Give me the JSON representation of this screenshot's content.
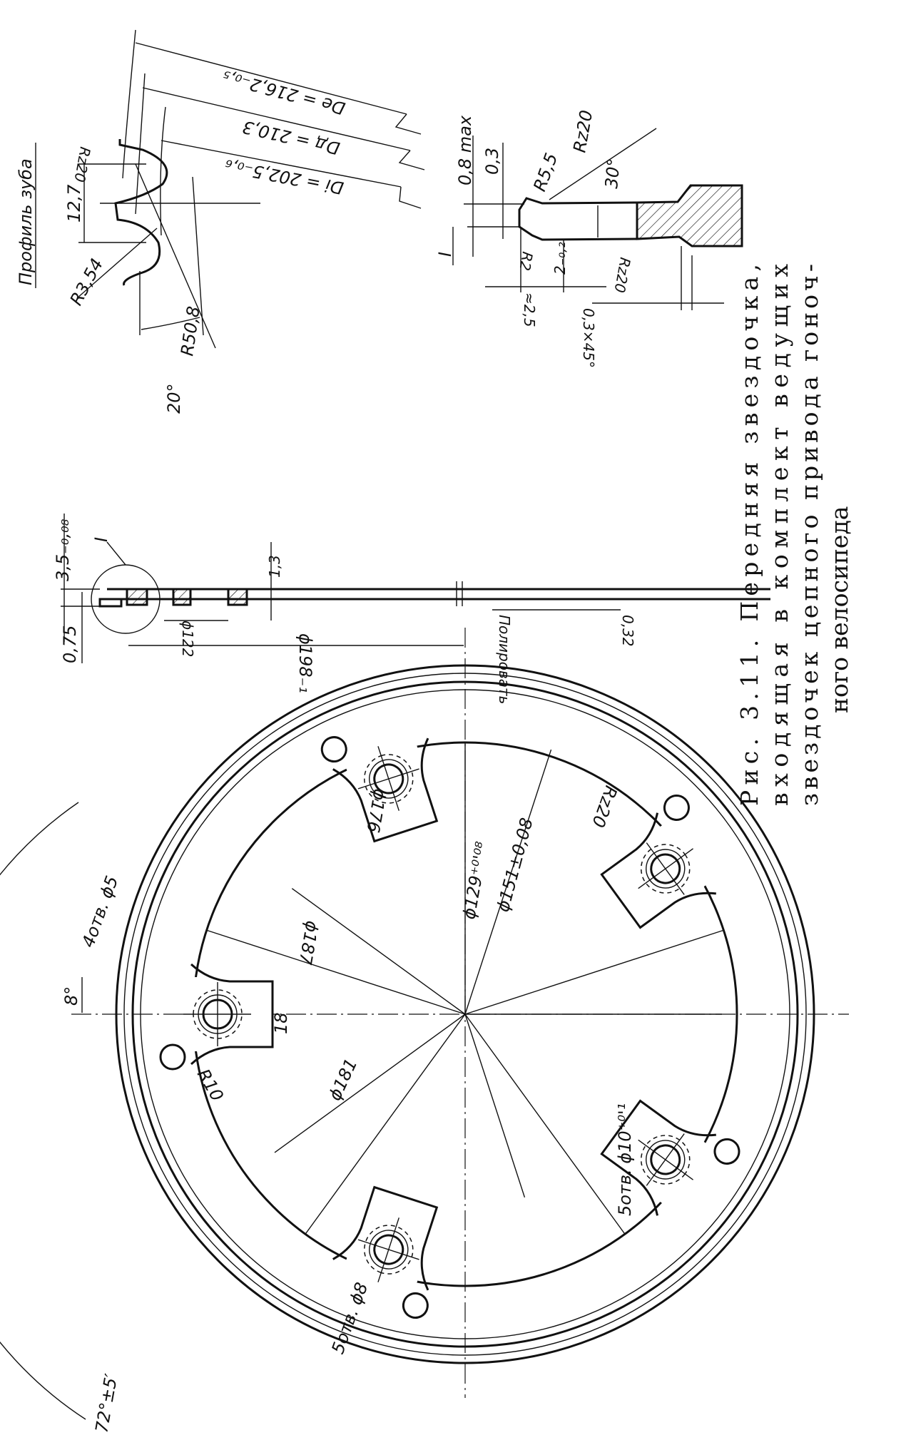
{
  "caption": {
    "line1": "Рис. 3.11. Передняя звездочка,",
    "line2": "входящая в комплект ведущих",
    "line3": "звездочек цепного привода гоноч-",
    "line4": "ного велосипеда"
  },
  "tooth_profile": {
    "title": "Профиль зуба",
    "de": "Dе = 216,2₋₀,₅",
    "dd": "Dд = 210,3",
    "di": "Dі = 202,5₋₀,₆",
    "rz": "Rz20",
    "pitch": "12,7",
    "r_small": "R3,54",
    "r_large": "R50,8",
    "angle": "20°"
  },
  "detail_i": {
    "label": "I",
    "max": "0,8 max",
    "d03": "0,3",
    "r55": "R5,5",
    "rz_top": "Rz20",
    "angle": "30°",
    "r2": "R2",
    "thick": "2₋₀,₂",
    "rz_bottom": "Rz20",
    "approx": "≈2,5",
    "chamfer": "0,3×45°"
  },
  "section": {
    "thickness": "3,5₋₀,₀₈",
    "offset": "0,75",
    "detail_label": "I",
    "d13": "1,3",
    "d122": "ϕ122",
    "d198": "ϕ198₋₁",
    "roughness": "0,32",
    "polish": "Полировать"
  },
  "main_view": {
    "angle72": "72°±5′",
    "angle8": "8°",
    "holes4": "4отв. ϕ5",
    "d187": "ϕ187",
    "d176": "ϕ176",
    "d129": "ϕ129⁺⁰'⁰⁸",
    "d151": "ϕ151±0,08",
    "w18": "18",
    "r10": "R10",
    "d181": "ϕ181",
    "holes5_8": "5отв. ϕ8",
    "holes5_10": "5отв. ϕ10⁺⁰'¹",
    "rz": "Rz20"
  }
}
